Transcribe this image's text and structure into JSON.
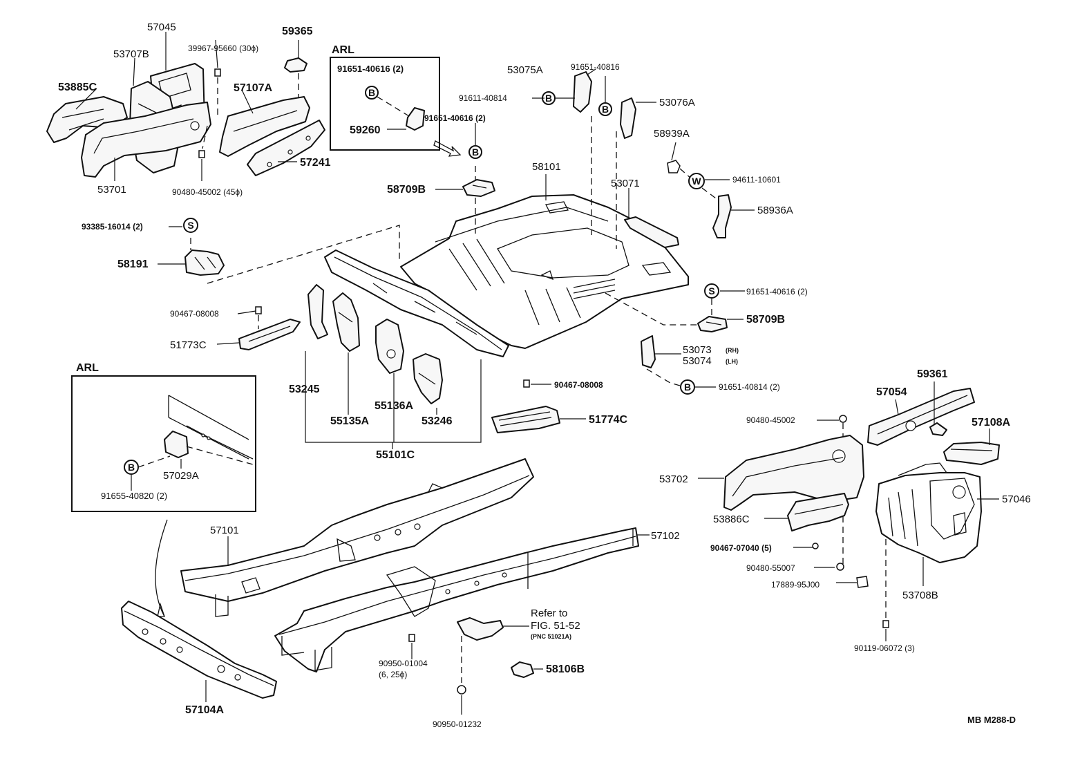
{
  "diagram_code": "MB M288-D",
  "insets": {
    "top": {
      "title": "ARL",
      "labels": [
        "91651-40616 (2)",
        "59260"
      ]
    },
    "left": {
      "title": "ARL",
      "labels": [
        "57029A",
        "91655-40820 (2)"
      ]
    }
  },
  "symbols": {
    "bolt": "B",
    "washer": "W",
    "screw": "S"
  },
  "reference_note": {
    "line1": "Refer to",
    "line2": "FIG. 51-52",
    "line3": "(PNC 51021A)"
  },
  "parts": {
    "p57045": "57045",
    "p53707b": "53707B",
    "p39967": "39967-95660 (30ϕ)",
    "p59365": "59365",
    "p53885c": "53885C",
    "p57107a": "57107A",
    "p57241": "57241",
    "p53701": "53701",
    "p90480_45002_45": "90480-45002 (45ϕ)",
    "p53075a": "53075A",
    "p91651_40816": "91651-40816",
    "p91611_40814": "91611-40814",
    "p53076a": "53076A",
    "p91651_40616_2a": "91651-40616 (2)",
    "p58939a": "58939A",
    "p58101": "58101",
    "p53071": "53071",
    "p94611": "94611-10601",
    "p58709b_a": "58709B",
    "p58936a": "58936A",
    "p93385": "93385-16014 (2)",
    "p58191": "58191",
    "p91651_40616_2b": "91651-40616 (2)",
    "p90467_08008_a": "90467-08008",
    "p58709b_b": "58709B",
    "p51773c": "51773C",
    "p53073": "53073",
    "p53073_side": "(RH)",
    "p53074": "53074",
    "p53074_side": "(LH)",
    "p53245": "53245",
    "p55136a": "55136A",
    "p91651_40814_2": "91651-40814 (2)",
    "p90467_08008_b": "90467-08008",
    "p55135a": "55135A",
    "p53246": "53246",
    "p51774c": "51774C",
    "p55101c": "55101C",
    "p59361": "59361",
    "p57054": "57054",
    "p90480_45002": "90480-45002",
    "p57108a": "57108A",
    "p53702": "53702",
    "p57046": "57046",
    "p57101": "57101",
    "p57102": "57102",
    "p53886c": "53886C",
    "p90467_07040": "90467-07040 (5)",
    "p90480_55007": "90480-55007",
    "p17889": "17889-95J00",
    "p53708b": "53708B",
    "p90950_01004": "90950-01004",
    "p90950_01004_size": "(6, 25ϕ)",
    "p58106b": "58106B",
    "p90119": "90119-06072 (3)",
    "p57104a": "57104A",
    "p90950_01232": "90950-01232"
  }
}
